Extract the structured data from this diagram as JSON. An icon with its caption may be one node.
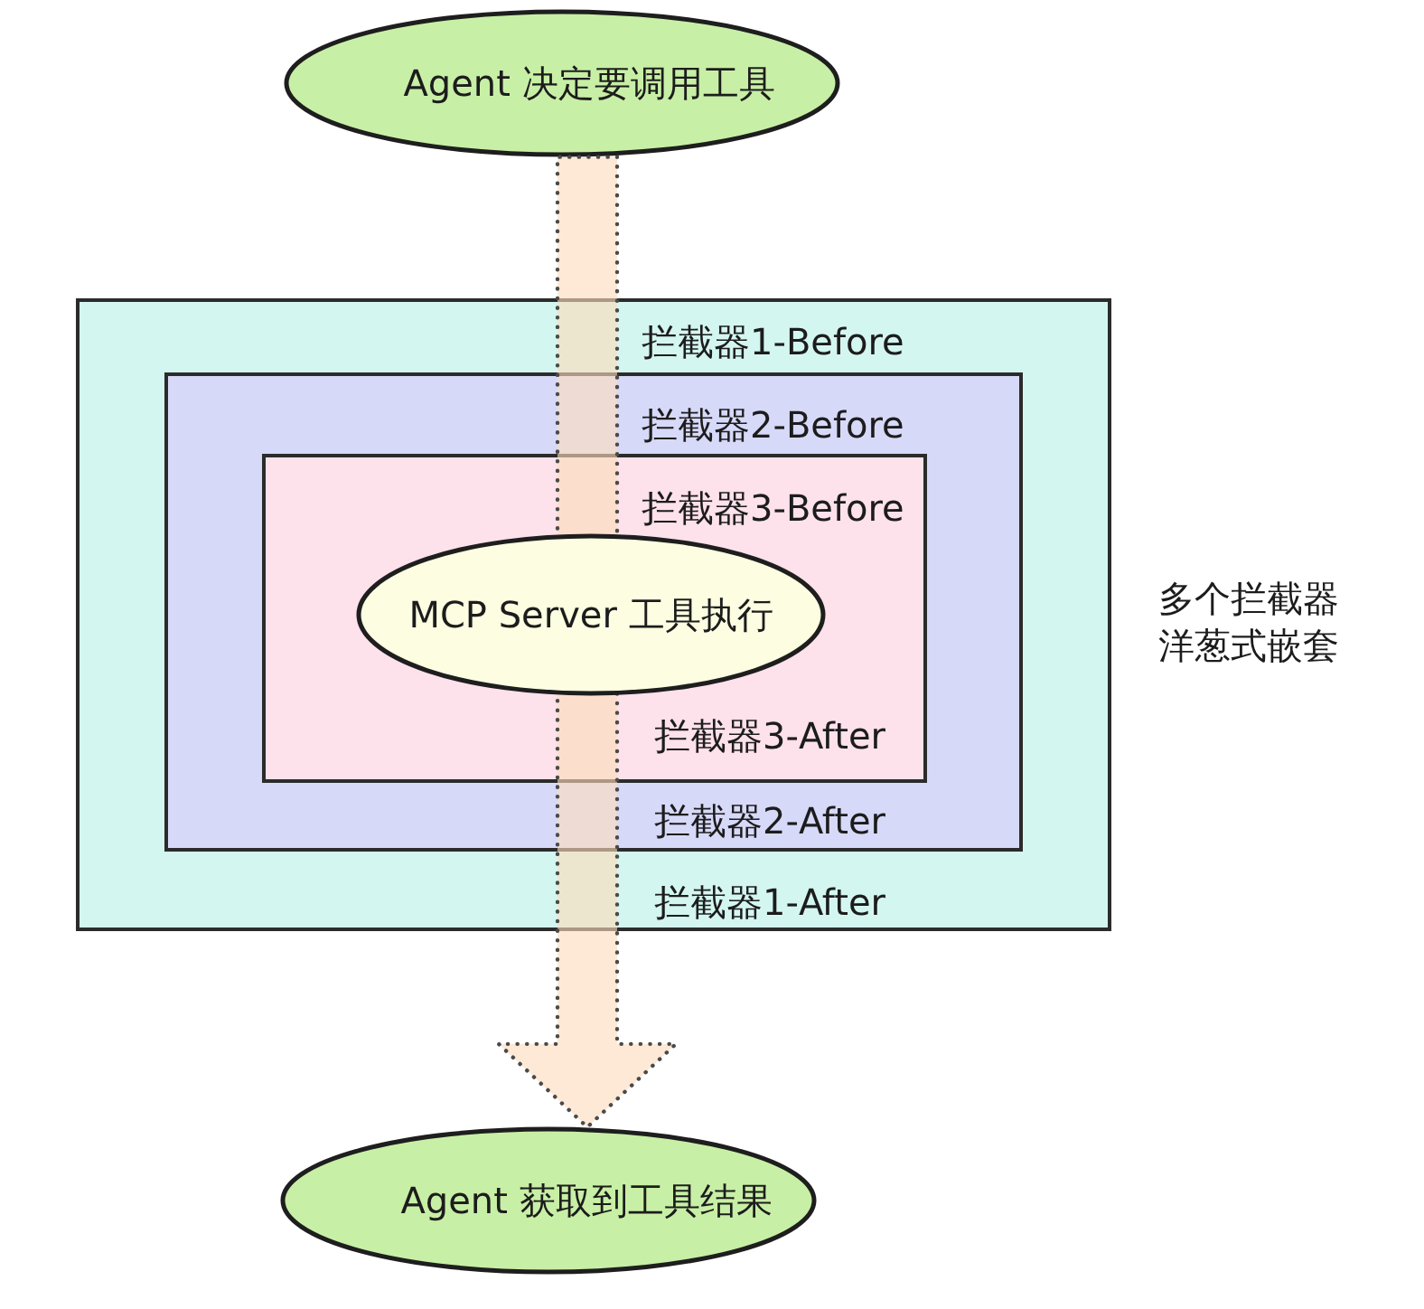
{
  "diagram": {
    "nodes": [
      {
        "text": [
          "Agent 决定要调用工具"
        ]
      },
      {
        "text": [
          "拦截器1-Before",
          "拦截器1-After"
        ]
      },
      {
        "text": [
          "拦截器2-Before",
          "拦截器2-After"
        ],
        "in": 1
      },
      {
        "text": [
          "拦截器3-Before",
          "拦截器3-After"
        ],
        "in": 2
      },
      {
        "text": [
          "MCP Server 工具执行"
        ],
        "in": 3
      },
      {
        "text": [
          "Agent 获取到工具结果"
        ]
      }
    ],
    "edges": [
      {
        "from": 0,
        "to": 5,
        "arrow": "to",
        "style": "dashed"
      }
    ],
    "labels": [
      "多个拦截器洋葱式嵌套"
    ]
  }
}
